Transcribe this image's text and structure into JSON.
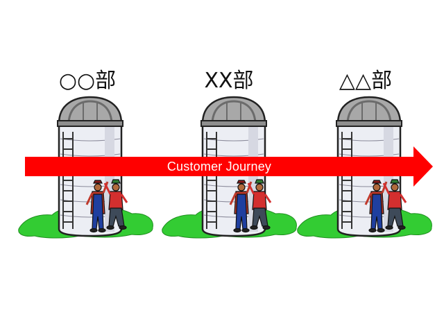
{
  "departments": [
    {
      "label": "○○部"
    },
    {
      "label": "XX部"
    },
    {
      "label": "△△部"
    }
  ],
  "arrow": {
    "label": "Customer Journey",
    "color": "#ff0000"
  },
  "illustration": {
    "silo_icon": "silo-icon",
    "farmers_icon": "farmers-icon",
    "grass_color": "#33cc33",
    "silo_color": "#e8e8ee",
    "dome_color": "#9a9a9a"
  }
}
